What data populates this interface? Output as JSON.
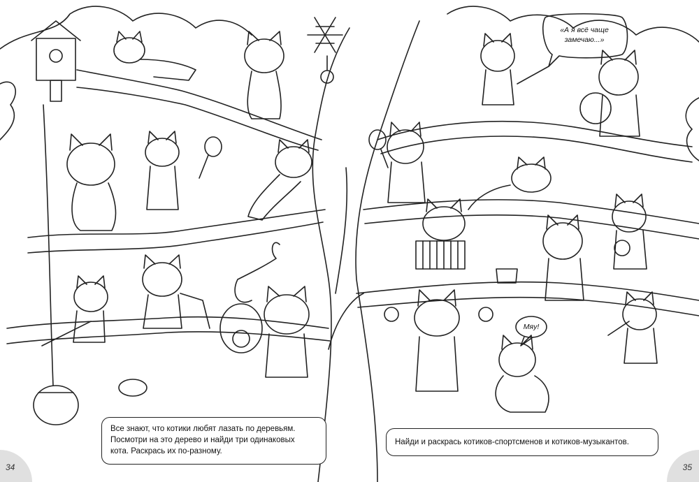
{
  "pages": {
    "left_number": "34",
    "right_number": "35"
  },
  "captions": {
    "left_lines": [
      "Все знают, что котики любят лазать по деревьям.",
      "Посмотри на это дерево и найди три одинаковых",
      "кота. Раскрась их по-разному."
    ],
    "right": "Найди и раскрась котиков-спортсменов и котиков-музыкантов."
  },
  "speech_bubbles": {
    "top_right_lines": [
      "«А я всё чаще",
      "замечаю...»"
    ],
    "meow": "Мяу!"
  },
  "colors": {
    "ink": "#222222",
    "paper": "#ffffff",
    "corner": "#e0e0e0"
  }
}
